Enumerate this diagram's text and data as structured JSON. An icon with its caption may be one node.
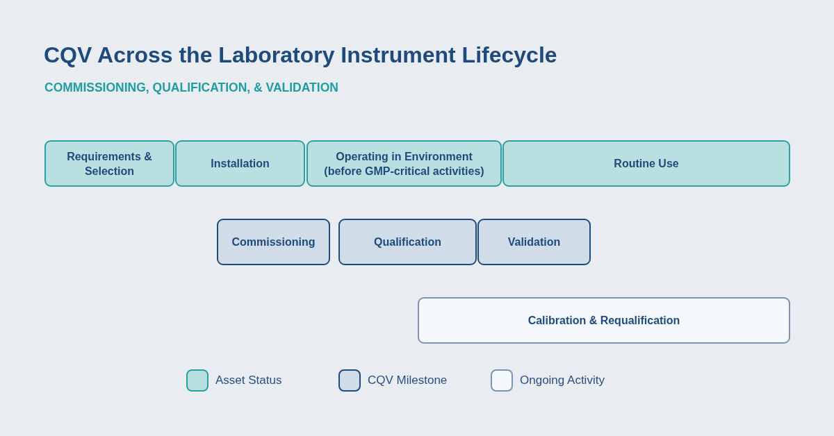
{
  "diagram": {
    "title": "CQV Across the Laboratory Instrument Lifecycle",
    "nodes": [
      {
        "text": [
          "Requirements & Selection"
        ]
      },
      {
        "text": [
          "Installation"
        ]
      },
      {
        "text": [
          "Operating in Environment (before GMP-critical activities)"
        ]
      },
      {
        "text": [
          "Routine Use"
        ]
      },
      {
        "text": [
          "Commissioning"
        ]
      },
      {
        "text": [
          "Qualification"
        ]
      },
      {
        "text": [
          "Validation"
        ]
      },
      {
        "text": [
          "Calibration & Requalification"
        ]
      }
    ],
    "labels": [
      "COMMISSIONING, QUALIFICATION, & VALIDATION"
    ],
    "legend": [
      {
        "text": "Asset Status",
        "color": "#b9dfe0"
      },
      {
        "text": "CQV Milestone",
        "color": "#d0dce8"
      },
      {
        "text": "Ongoing Activity",
        "color": "#f4f7fc"
      }
    ]
  }
}
